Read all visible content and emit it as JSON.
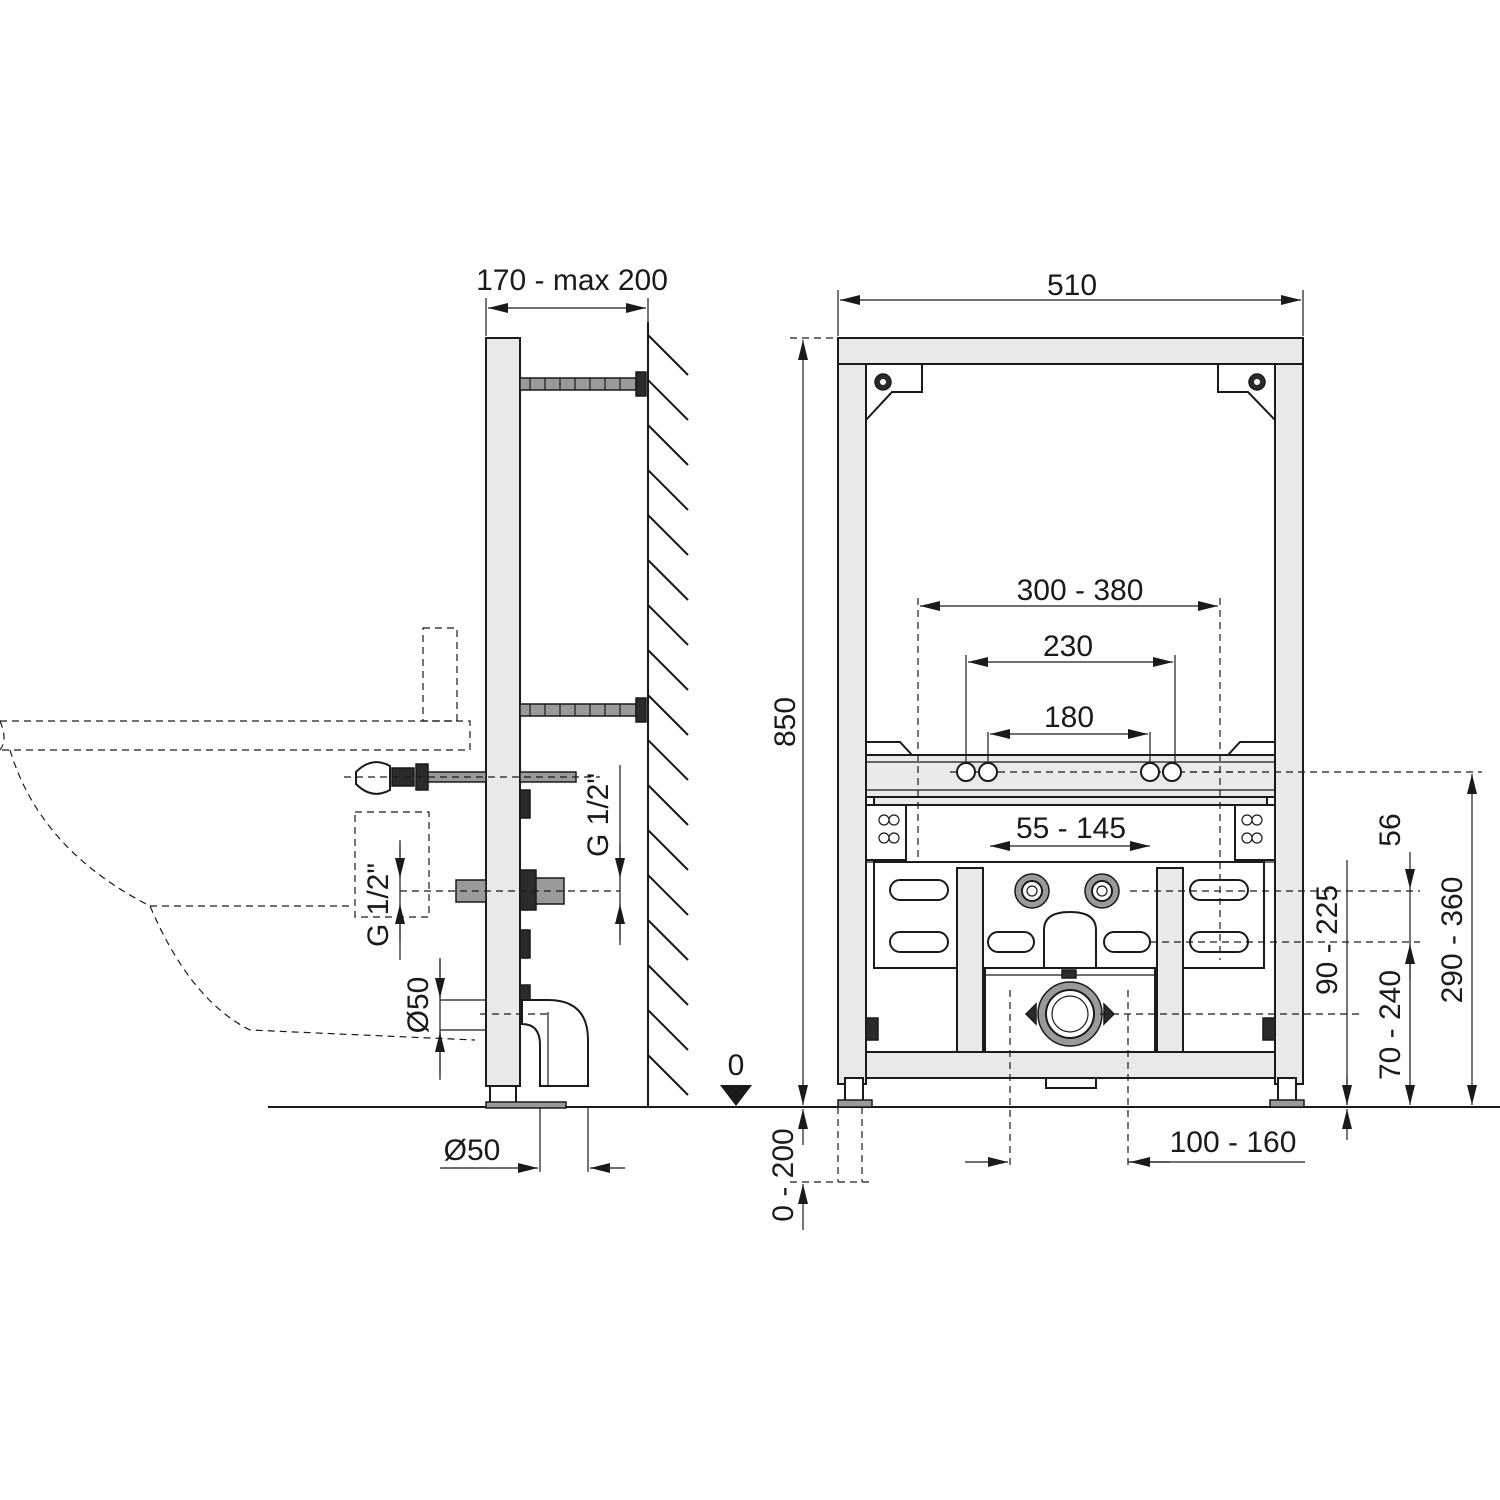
{
  "labels": {
    "side_depth": "170 - max 200",
    "width": "510",
    "height": "850",
    "mount_outer": "300 - 380",
    "mount_mid": "230",
    "mount_inner": "180",
    "water_spacing": "55 - 145",
    "dim_56": "56",
    "dim_90_225": "90 - 225",
    "dim_70_240": "70 - 240",
    "dim_290_360": "290 - 360",
    "drain_offset": "100 - 160",
    "legs": "0 - 200",
    "floor_zero": "0",
    "thread_right": "G 1/2\"",
    "thread_left": "G 1/2\"",
    "pipe_dia_vertical": "Ø50",
    "pipe_dia_horizontal": "Ø50"
  }
}
